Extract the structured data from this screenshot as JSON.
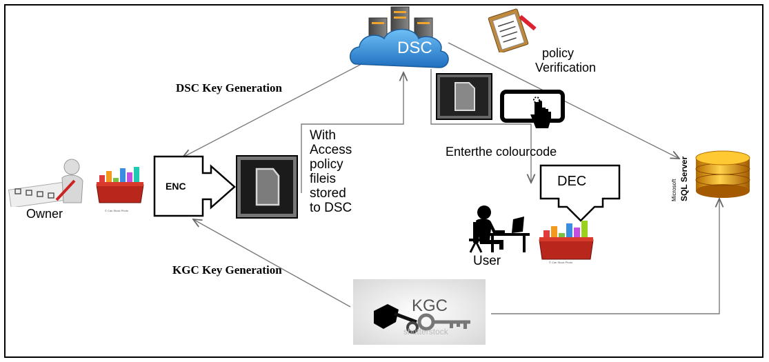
{
  "nodes": {
    "dsc": "DSC",
    "kgc": "KGC",
    "enc": "ENC",
    "dec": "DEC",
    "owner": "Owner",
    "user": "User",
    "sql_brand": "Microsoft",
    "sql_name": "SQL Server"
  },
  "labels": {
    "dsc_key_generation": "DSC Key Generation",
    "kgc_key_generation": "KGC Key Generation",
    "policy_line1": "policy",
    "policy_line2": "Verification",
    "enter_colour_code": "Enterthe colourcode",
    "stored_note": [
      "With",
      "Access",
      "policy",
      "fileis",
      "stored",
      "to DSC"
    ]
  },
  "watermarks": {
    "kgc_image": "shutterstock",
    "folder_stock": "© Can Stock Photo"
  },
  "colors": {
    "cloud_blue": "#2f8fd8",
    "line_gray": "#7a7a7a",
    "db_gold": "#e8a317"
  }
}
